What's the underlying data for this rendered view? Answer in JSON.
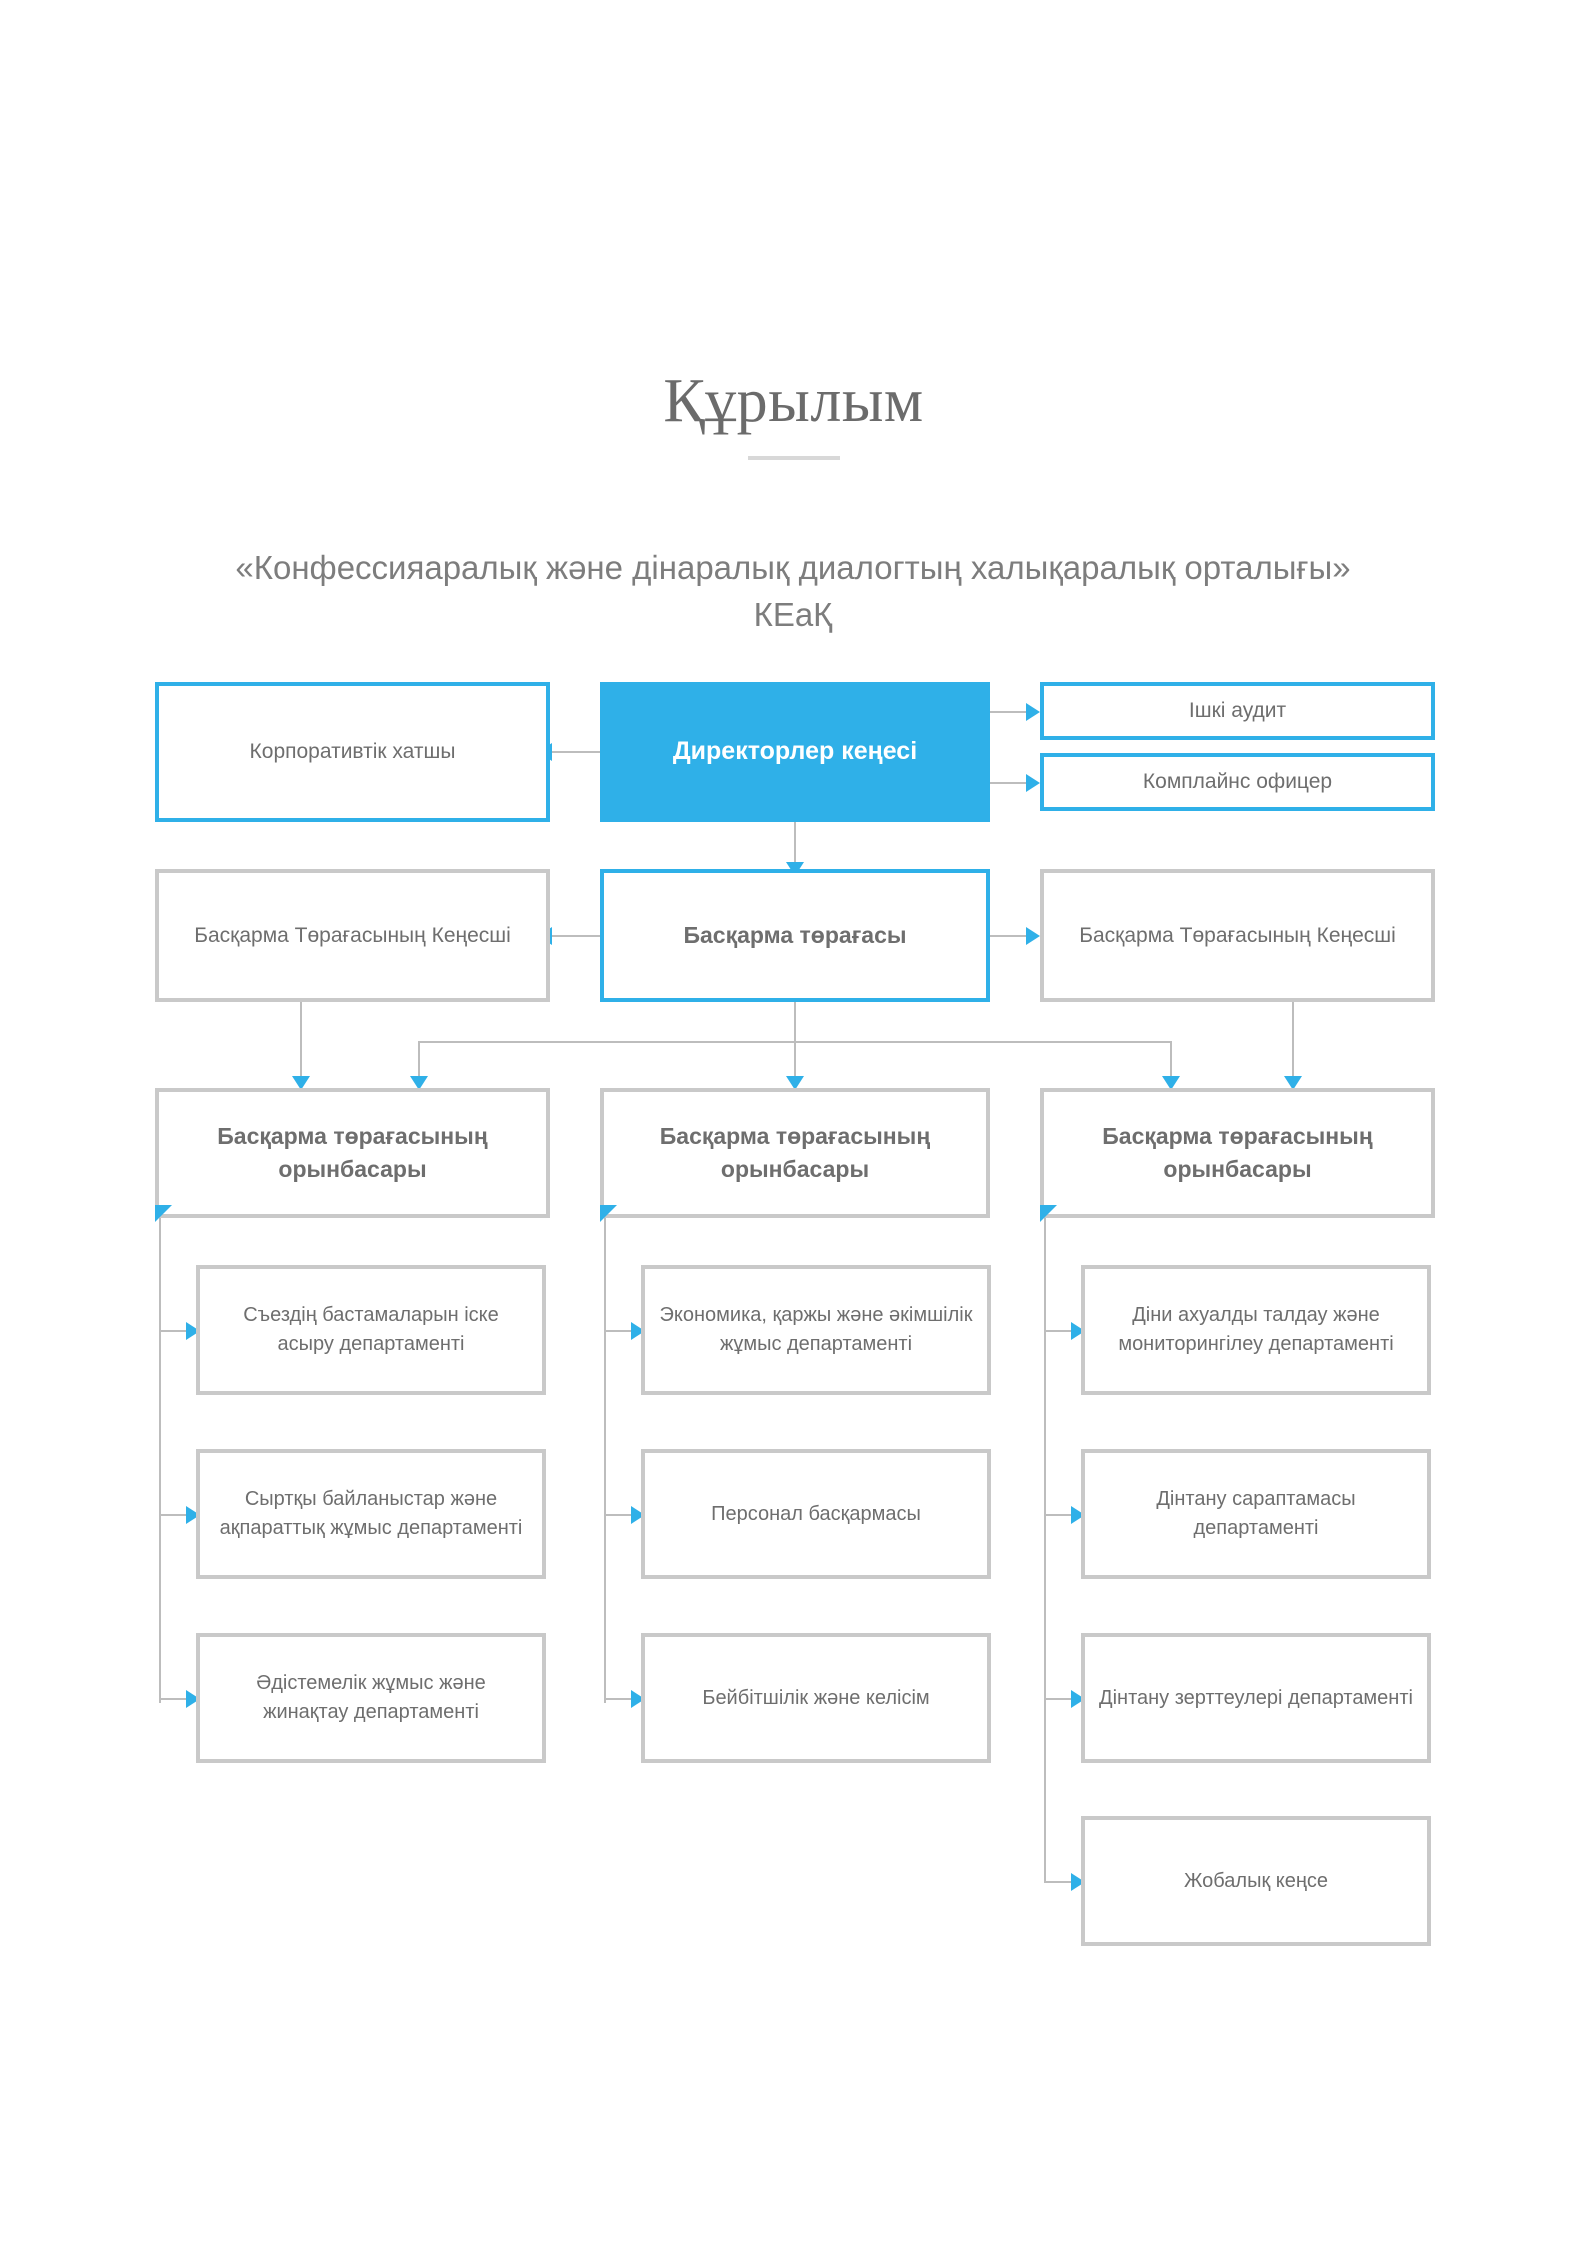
{
  "header": {
    "title": "Құрылым",
    "subtitle": "«Конфессияаралық және дінаралық диалогтың халықаралық орталығы» КЕаҚ"
  },
  "colors": {
    "accent_blue": "#2fb0e8",
    "border_gray": "#c9c9c9",
    "line_gray": "#bdbdbd",
    "text_gray": "#6e6e6e",
    "title_gray": "#6b6b6b"
  },
  "chart_data": {
    "type": "org-chart",
    "title": "Құрылым",
    "levels": [
      {
        "level": 1,
        "nodes": [
          {
            "id": "corporate-secretary",
            "label": "Корпоративтік хатшы",
            "style": "blue-outline"
          },
          {
            "id": "board-of-directors",
            "label": "Директорлер кеңесі",
            "style": "blue-filled"
          },
          {
            "id": "internal-audit",
            "label": "Ішкі аудит",
            "style": "blue-outline"
          },
          {
            "id": "compliance-officer",
            "label": "Комплайнс офицер",
            "style": "blue-outline"
          }
        ]
      },
      {
        "level": 2,
        "nodes": [
          {
            "id": "advisor-left",
            "label": "Басқарма Төрағасының Кеңесші",
            "style": "gray-outline"
          },
          {
            "id": "chairman",
            "label": "Басқарма төрағасы",
            "style": "blue-outline-bold"
          },
          {
            "id": "advisor-right",
            "label": "Басқарма Төрағасының Кеңесші",
            "style": "gray-outline"
          }
        ]
      },
      {
        "level": 3,
        "nodes": [
          {
            "id": "deputy-1",
            "label": "Басқарма төрағасының орынбасары",
            "style": "gray-outline-bold"
          },
          {
            "id": "deputy-2",
            "label": "Басқарма төрағасының орынбасары",
            "style": "gray-outline-bold"
          },
          {
            "id": "deputy-3",
            "label": "Басқарма төрағасының орынбасары",
            "style": "gray-outline-bold"
          }
        ]
      },
      {
        "level": 4,
        "columns": [
          {
            "parent": "deputy-1",
            "nodes": [
              {
                "id": "dept-1-1",
                "label": "Съездің бастамаларын іске асыру департаменті"
              },
              {
                "id": "dept-1-2",
                "label": "Сыртқы байланыстар және ақпараттық жұмыс департаменті"
              },
              {
                "id": "dept-1-3",
                "label": "Әдістемелік жұмыс және жинақтау департаменті"
              }
            ]
          },
          {
            "parent": "deputy-2",
            "nodes": [
              {
                "id": "dept-2-1",
                "label": "Экономика, қаржы және әкімшілік жұмыс департаменті"
              },
              {
                "id": "dept-2-2",
                "label": "Персонал басқармасы"
              },
              {
                "id": "dept-2-3",
                "label": "Бейбітшілік және келісім"
              }
            ]
          },
          {
            "parent": "deputy-3",
            "nodes": [
              {
                "id": "dept-3-1",
                "label": "Діни ахуалды талдау және мониторингілеу департаменті"
              },
              {
                "id": "dept-3-2",
                "label": "Дінтану сараптамасы департаменті"
              },
              {
                "id": "dept-3-3",
                "label": "Дінтану зерттеулері департаменті"
              },
              {
                "id": "dept-3-4",
                "label": "Жобалық кеңсе"
              }
            ]
          }
        ]
      }
    ],
    "edges": [
      {
        "from": "board-of-directors",
        "to": "corporate-secretary",
        "direction": "left"
      },
      {
        "from": "board-of-directors",
        "to": "internal-audit",
        "direction": "right"
      },
      {
        "from": "board-of-directors",
        "to": "compliance-officer",
        "direction": "right"
      },
      {
        "from": "board-of-directors",
        "to": "chairman",
        "direction": "down"
      },
      {
        "from": "chairman",
        "to": "advisor-left",
        "direction": "left"
      },
      {
        "from": "chairman",
        "to": "advisor-right",
        "direction": "right"
      },
      {
        "from": "advisor-left",
        "to": "deputy-1",
        "direction": "down"
      },
      {
        "from": "advisor-right",
        "to": "deputy-3",
        "direction": "down"
      },
      {
        "from": "chairman",
        "to": "deputy-1",
        "direction": "down"
      },
      {
        "from": "chairman",
        "to": "deputy-2",
        "direction": "down"
      },
      {
        "from": "chairman",
        "to": "deputy-3",
        "direction": "down"
      }
    ]
  }
}
